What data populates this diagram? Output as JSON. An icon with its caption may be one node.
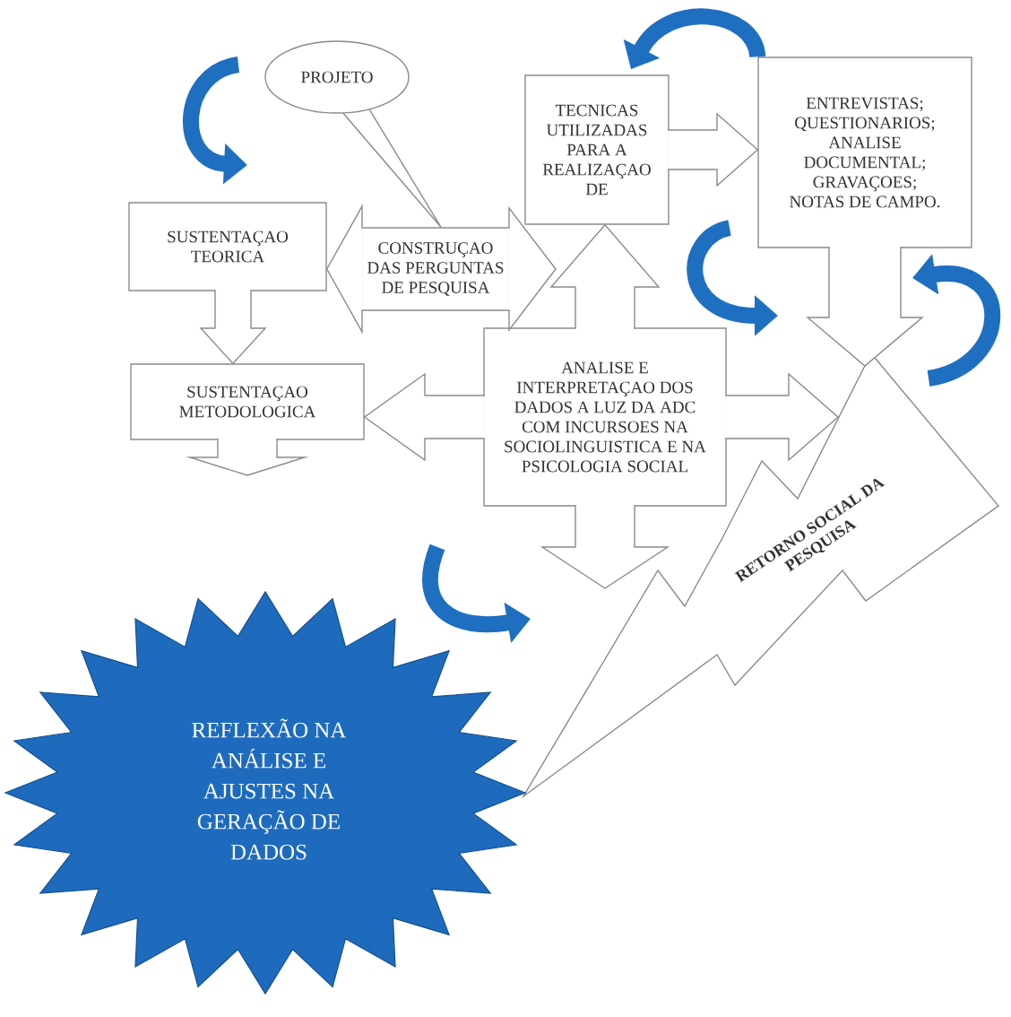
{
  "diagram": {
    "nodes": [
      {
        "text": [
          "PROJETO"
        ]
      },
      {
        "text": [
          "TECNICAS UTILIZADAS PARA A REALIZAÇAO DE"
        ]
      },
      {
        "text": [
          "ENTREVISTAS; QUESTIONARIOS; ANALISE DOCUMENTAL; GRAVAÇOES; NOTAS DE CAMPO."
        ]
      },
      {
        "text": [
          "SUSTENTAÇAO TEORICA"
        ]
      },
      {
        "text": [
          "CONSTRUÇAO DAS PERGUNTAS DE PESQUISA"
        ]
      },
      {
        "text": [
          "SUSTENTAÇAO METODOLOGICA"
        ]
      },
      {
        "text": [
          "ANALISE E INTERPRETAÇAO DOS DADOS A LUZ DA ADC COM INCURSOES NA SOCIOLINGUISTICA E NA PSICOLOGIA SOCIAL"
        ]
      },
      {
        "text": [
          "RETORNO SOCIAL DA PESQUISA"
        ]
      },
      {
        "text": [
          "REFLEXÃO NA ANÁLISE E AJUSTES NA GERAÇÃO DE DADOS"
        ]
      }
    ],
    "edges": [
      {
        "from": 0,
        "to": 4,
        "arrow": "none"
      },
      {
        "from": 1,
        "to": 2,
        "arrow": "to"
      },
      {
        "from": 2,
        "to": 1,
        "arrow": "to",
        "style": "thick",
        "color": "#1f6fc1"
      },
      {
        "from": 2,
        "to": 7,
        "arrow": "to"
      },
      {
        "from": 3,
        "to": 5,
        "arrow": "to"
      },
      {
        "from": 4,
        "to": 3,
        "arrow": "to"
      },
      {
        "from": 4,
        "to": null,
        "arrow": "to"
      },
      {
        "from": 5,
        "to": null,
        "arrow": "to"
      },
      {
        "from": 6,
        "to": 1,
        "arrow": "to"
      },
      {
        "from": 6,
        "to": 5,
        "arrow": "to"
      },
      {
        "from": 6,
        "to": 7,
        "arrow": "to"
      },
      {
        "from": 6,
        "to": null,
        "arrow": "to"
      }
    ]
  }
}
